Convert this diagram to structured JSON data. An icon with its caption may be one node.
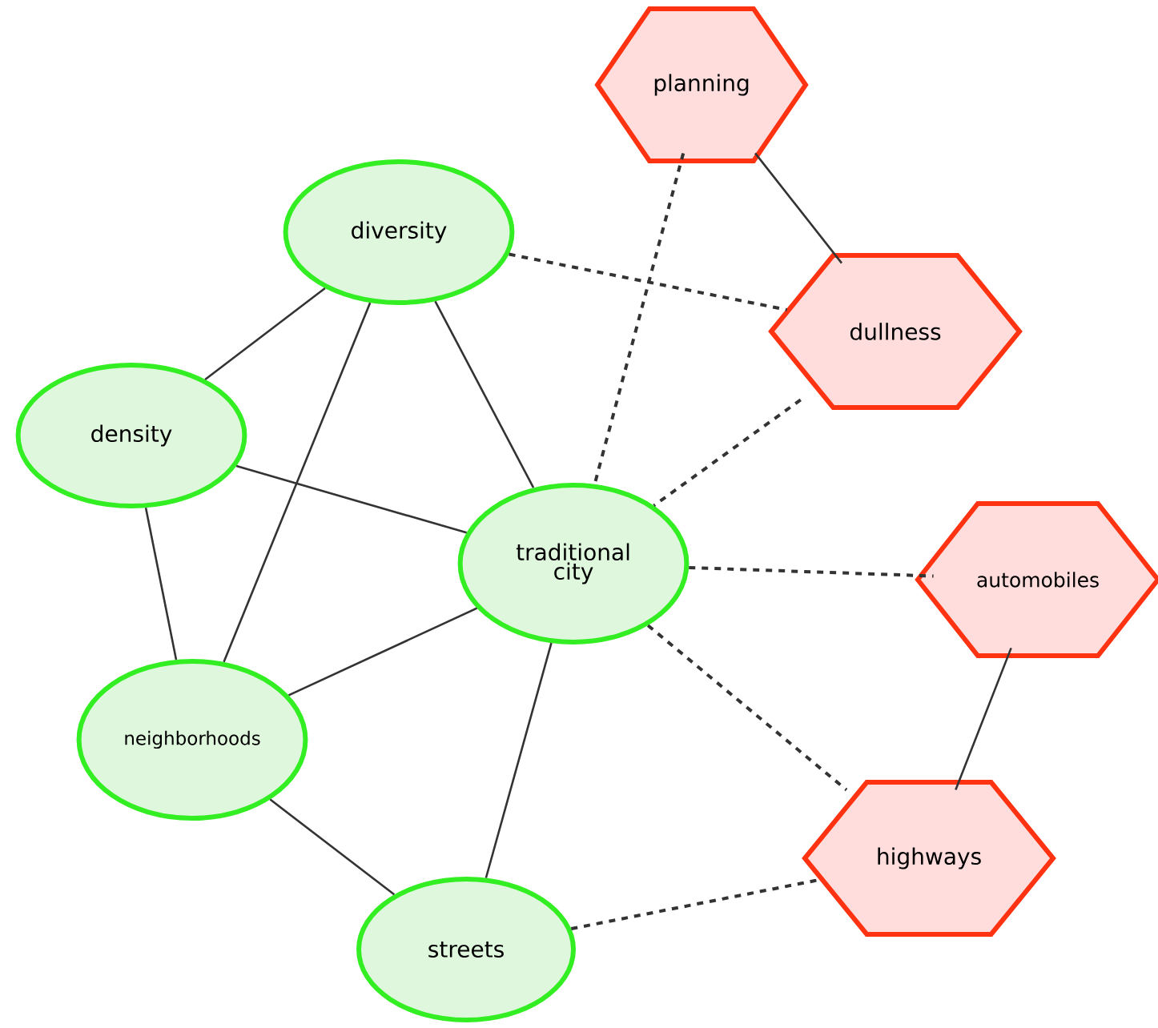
{
  "diagram": {
    "nodes": [
      {
        "text": [
          "planning"
        ]
      },
      {
        "text": [
          "diversity"
        ]
      },
      {
        "text": [
          "dullness"
        ]
      },
      {
        "text": [
          "density"
        ]
      },
      {
        "text": [
          "traditional city"
        ]
      },
      {
        "text": [
          "automobiles"
        ]
      },
      {
        "text": [
          "neighborhoods"
        ]
      },
      {
        "text": [
          "highways"
        ]
      },
      {
        "text": [
          "streets"
        ]
      }
    ],
    "edges": [
      {
        "from": 0,
        "to": 2,
        "arrow": "none"
      },
      {
        "from": 1,
        "to": 3,
        "arrow": "none"
      },
      {
        "from": 1,
        "to": 4,
        "arrow": "none"
      },
      {
        "from": 1,
        "to": 6,
        "arrow": "none"
      },
      {
        "from": 3,
        "to": 4,
        "arrow": "none"
      },
      {
        "from": 3,
        "to": 6,
        "arrow": "none"
      },
      {
        "from": 6,
        "to": 4,
        "arrow": "none"
      },
      {
        "from": 6,
        "to": 8,
        "arrow": "none"
      },
      {
        "from": 4,
        "to": 8,
        "arrow": "none"
      },
      {
        "from": 5,
        "to": 7,
        "arrow": "none"
      },
      {
        "from": 1,
        "to": 2,
        "arrow": "none",
        "style": "dashed"
      },
      {
        "from": 0,
        "to": 4,
        "arrow": "none",
        "style": "dashed"
      },
      {
        "from": 2,
        "to": 4,
        "arrow": "none",
        "style": "dashed"
      },
      {
        "from": 4,
        "to": 5,
        "arrow": "none",
        "style": "dashed"
      },
      {
        "from": 4,
        "to": 7,
        "arrow": "none",
        "style": "dashed"
      },
      {
        "from": 8,
        "to": 7,
        "arrow": "none",
        "style": "dashed"
      }
    ]
  }
}
